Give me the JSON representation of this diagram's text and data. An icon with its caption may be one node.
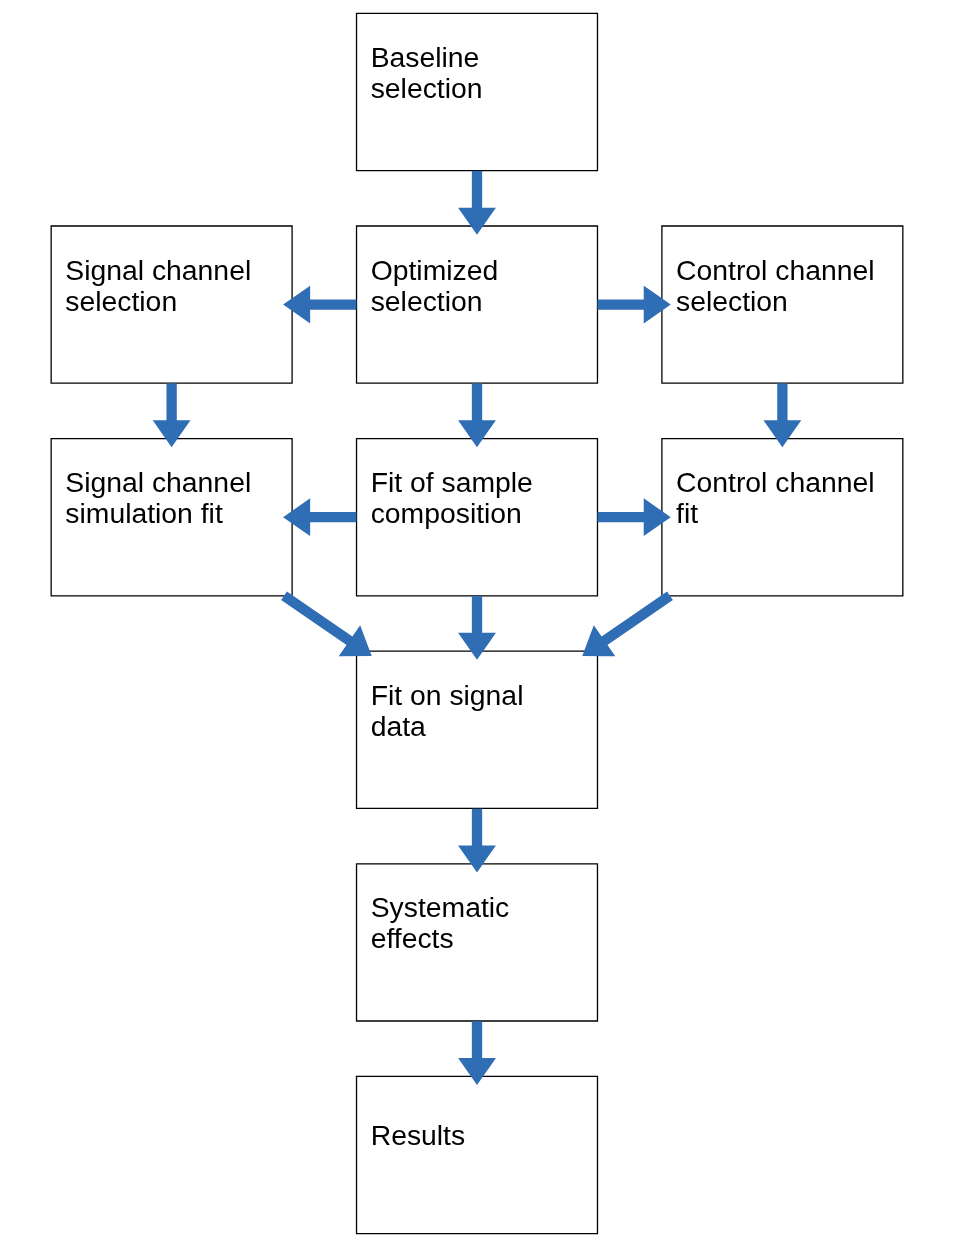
{
  "diagram": {
    "nodes": [
      {
        "text": [
          "Baseline selection"
        ]
      },
      {
        "text": [
          "Signal channel selection"
        ]
      },
      {
        "text": [
          "Optimized selection"
        ]
      },
      {
        "text": [
          "Control channel selection"
        ]
      },
      {
        "text": [
          "Signal channel simulation fit"
        ]
      },
      {
        "text": [
          "Fit of sample composition"
        ]
      },
      {
        "text": [
          "Control channel fit"
        ]
      },
      {
        "text": [
          "Fit on signal data"
        ]
      },
      {
        "text": [
          "Systematic effects"
        ]
      },
      {
        "text": [
          "Results"
        ]
      }
    ],
    "edges": [
      {
        "from": 0,
        "to": 2,
        "arrow": "to"
      },
      {
        "from": 2,
        "to": 1,
        "arrow": "to"
      },
      {
        "from": 2,
        "to": 3,
        "arrow": "to"
      },
      {
        "from": 1,
        "to": 4,
        "arrow": "to"
      },
      {
        "from": 2,
        "to": 5,
        "arrow": "to"
      },
      {
        "from": 3,
        "to": 6,
        "arrow": "to"
      },
      {
        "from": 5,
        "to": 4,
        "arrow": "to"
      },
      {
        "from": 5,
        "to": 6,
        "arrow": "to"
      },
      {
        "from": 4,
        "to": 7,
        "arrow": "to"
      },
      {
        "from": 5,
        "to": 7,
        "arrow": "to"
      },
      {
        "from": 6,
        "to": 7,
        "arrow": "to"
      },
      {
        "from": 7,
        "to": 8,
        "arrow": "to"
      },
      {
        "from": 8,
        "to": 9,
        "arrow": "to"
      }
    ]
  }
}
